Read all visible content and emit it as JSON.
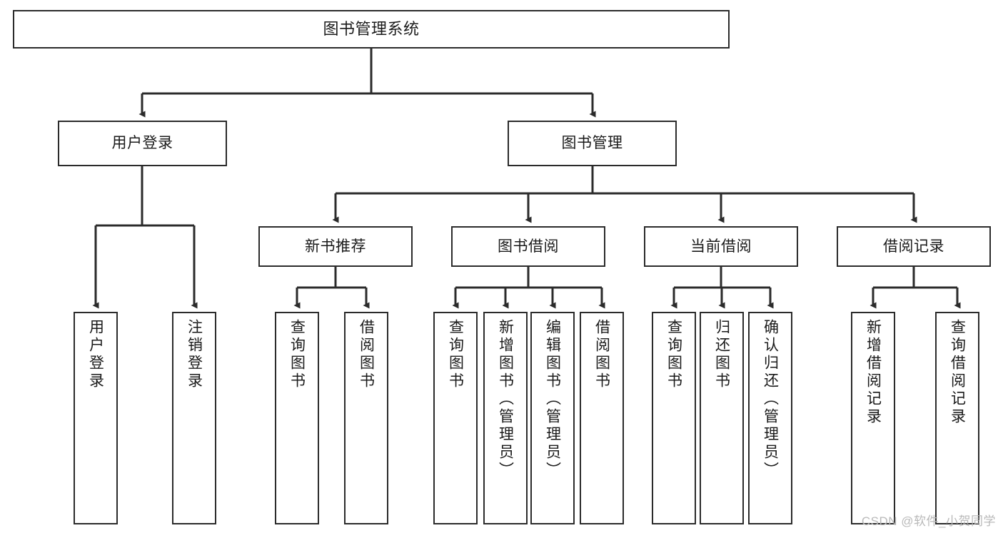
{
  "diagram": {
    "title": "图书管理系统",
    "type": "hierarchy-tree",
    "colors": {
      "box_border": "#2b2b2b",
      "box_fill": "#ffffff",
      "edge": "#2b2b2b",
      "text": "#1a1a1a",
      "watermark": "#b9b9b9",
      "background": "#ffffff"
    },
    "watermark": "CSDN @软件_小贺同学",
    "levels": {
      "root": {
        "id": "n-root",
        "label": "图书管理系统",
        "orientation": "horizontal"
      },
      "level2": [
        {
          "id": "n-user-login",
          "label": "用户登录",
          "orientation": "horizontal"
        },
        {
          "id": "n-book-manage",
          "label": "图书管理",
          "orientation": "horizontal"
        }
      ],
      "level3": [
        {
          "id": "n-new-book-rec",
          "label": "新书推荐",
          "orientation": "horizontal",
          "parent": "n-book-manage"
        },
        {
          "id": "n-book-borrow",
          "label": "图书借阅",
          "orientation": "horizontal",
          "parent": "n-book-manage"
        },
        {
          "id": "n-current-borrow",
          "label": "当前借阅",
          "orientation": "horizontal",
          "parent": "n-book-manage"
        },
        {
          "id": "n-borrow-record",
          "label": "借阅记录",
          "orientation": "horizontal",
          "parent": "n-book-manage"
        }
      ],
      "leaves": [
        {
          "id": "l-user-login",
          "label": "用户登录",
          "orientation": "vertical",
          "parent": "n-user-login"
        },
        {
          "id": "l-user-logout",
          "label": "注销登录",
          "orientation": "vertical",
          "parent": "n-user-login"
        },
        {
          "id": "l-rec-query-book",
          "label": "查询图书",
          "orientation": "vertical",
          "parent": "n-new-book-rec"
        },
        {
          "id": "l-rec-borrow-book",
          "label": "借阅图书",
          "orientation": "vertical",
          "parent": "n-new-book-rec"
        },
        {
          "id": "l-bb-query-book",
          "label": "查询图书",
          "orientation": "vertical",
          "parent": "n-book-borrow"
        },
        {
          "id": "l-bb-add-book",
          "label": "新增图书（管理员）",
          "orientation": "vertical",
          "parent": "n-book-borrow"
        },
        {
          "id": "l-bb-edit-book",
          "label": "编辑图书（管理员）",
          "orientation": "vertical",
          "parent": "n-book-borrow"
        },
        {
          "id": "l-bb-borrow-book",
          "label": "借阅图书",
          "orientation": "vertical",
          "parent": "n-book-borrow"
        },
        {
          "id": "l-cb-query-book",
          "label": "查询图书",
          "orientation": "vertical",
          "parent": "n-current-borrow"
        },
        {
          "id": "l-cb-return-book",
          "label": "归还图书",
          "orientation": "vertical",
          "parent": "n-current-borrow"
        },
        {
          "id": "l-cb-confirm-return",
          "label": "确认归还（管理员）",
          "orientation": "vertical",
          "parent": "n-current-borrow"
        },
        {
          "id": "l-br-add-record",
          "label": "新增借阅记录",
          "orientation": "vertical",
          "parent": "n-borrow-record"
        },
        {
          "id": "l-br-query-record",
          "label": "查询借阅记录",
          "orientation": "vertical",
          "parent": "n-borrow-record"
        }
      ]
    }
  }
}
